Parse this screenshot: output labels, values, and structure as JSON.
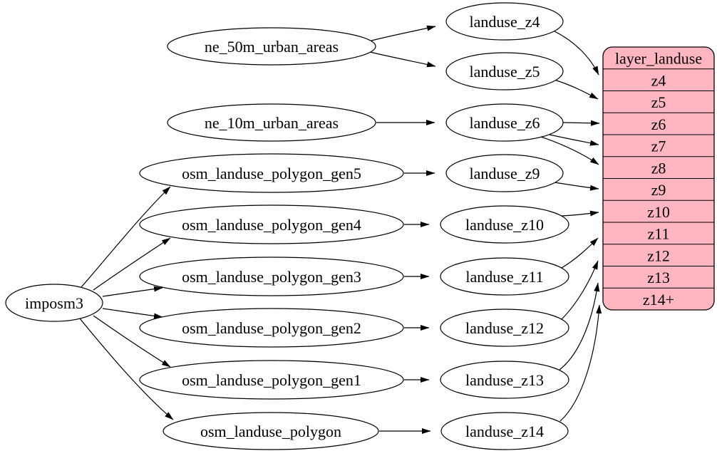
{
  "diagram_type": "dependency-graph",
  "nodes": {
    "imposm3": "imposm3",
    "ne_50m_urban_areas": "ne_50m_urban_areas",
    "ne_10m_urban_areas": "ne_10m_urban_areas",
    "osm_landuse_polygon_gen5": "osm_landuse_polygon_gen5",
    "osm_landuse_polygon_gen4": "osm_landuse_polygon_gen4",
    "osm_landuse_polygon_gen3": "osm_landuse_polygon_gen3",
    "osm_landuse_polygon_gen2": "osm_landuse_polygon_gen2",
    "osm_landuse_polygon_gen1": "osm_landuse_polygon_gen1",
    "osm_landuse_polygon": "osm_landuse_polygon",
    "landuse_z4": "landuse_z4",
    "landuse_z5": "landuse_z5",
    "landuse_z6": "landuse_z6",
    "landuse_z9": "landuse_z9",
    "landuse_z10": "landuse_z10",
    "landuse_z11": "landuse_z11",
    "landuse_z12": "landuse_z12",
    "landuse_z13": "landuse_z13",
    "landuse_z14": "landuse_z14"
  },
  "table": {
    "title": "layer_landuse",
    "rows": [
      "z4",
      "z5",
      "z6",
      "z7",
      "z8",
      "z9",
      "z10",
      "z11",
      "z12",
      "z13",
      "z14+"
    ]
  },
  "edges": [
    {
      "from": "imposm3",
      "to": "osm_landuse_polygon_gen5"
    },
    {
      "from": "imposm3",
      "to": "osm_landuse_polygon_gen4"
    },
    {
      "from": "imposm3",
      "to": "osm_landuse_polygon_gen3"
    },
    {
      "from": "imposm3",
      "to": "osm_landuse_polygon_gen2"
    },
    {
      "from": "imposm3",
      "to": "osm_landuse_polygon_gen1"
    },
    {
      "from": "imposm3",
      "to": "osm_landuse_polygon"
    },
    {
      "from": "ne_50m_urban_areas",
      "to": "landuse_z4"
    },
    {
      "from": "ne_50m_urban_areas",
      "to": "landuse_z5"
    },
    {
      "from": "ne_10m_urban_areas",
      "to": "landuse_z6"
    },
    {
      "from": "osm_landuse_polygon_gen5",
      "to": "landuse_z9"
    },
    {
      "from": "osm_landuse_polygon_gen4",
      "to": "landuse_z10"
    },
    {
      "from": "osm_landuse_polygon_gen3",
      "to": "landuse_z11"
    },
    {
      "from": "osm_landuse_polygon_gen2",
      "to": "landuse_z12"
    },
    {
      "from": "osm_landuse_polygon_gen1",
      "to": "landuse_z13"
    },
    {
      "from": "osm_landuse_polygon",
      "to": "landuse_z14"
    },
    {
      "from": "landuse_z4",
      "to": "layer_landuse.z4"
    },
    {
      "from": "landuse_z5",
      "to": "layer_landuse.z5"
    },
    {
      "from": "landuse_z6",
      "to": "layer_landuse.z6"
    },
    {
      "from": "landuse_z6",
      "to": "layer_landuse.z7"
    },
    {
      "from": "landuse_z6",
      "to": "layer_landuse.z8"
    },
    {
      "from": "landuse_z9",
      "to": "layer_landuse.z9"
    },
    {
      "from": "landuse_z10",
      "to": "layer_landuse.z10"
    },
    {
      "from": "landuse_z11",
      "to": "layer_landuse.z11"
    },
    {
      "from": "landuse_z12",
      "to": "layer_landuse.z12"
    },
    {
      "from": "landuse_z13",
      "to": "layer_landuse.z13"
    },
    {
      "from": "landuse_z14",
      "to": "layer_landuse.z14+"
    }
  ],
  "colors": {
    "background": "#ffffff",
    "node_fill": "#ffffff",
    "node_stroke": "#000000",
    "table_fill": "#ffb6c1",
    "edge": "#000000",
    "text": "#000000"
  }
}
